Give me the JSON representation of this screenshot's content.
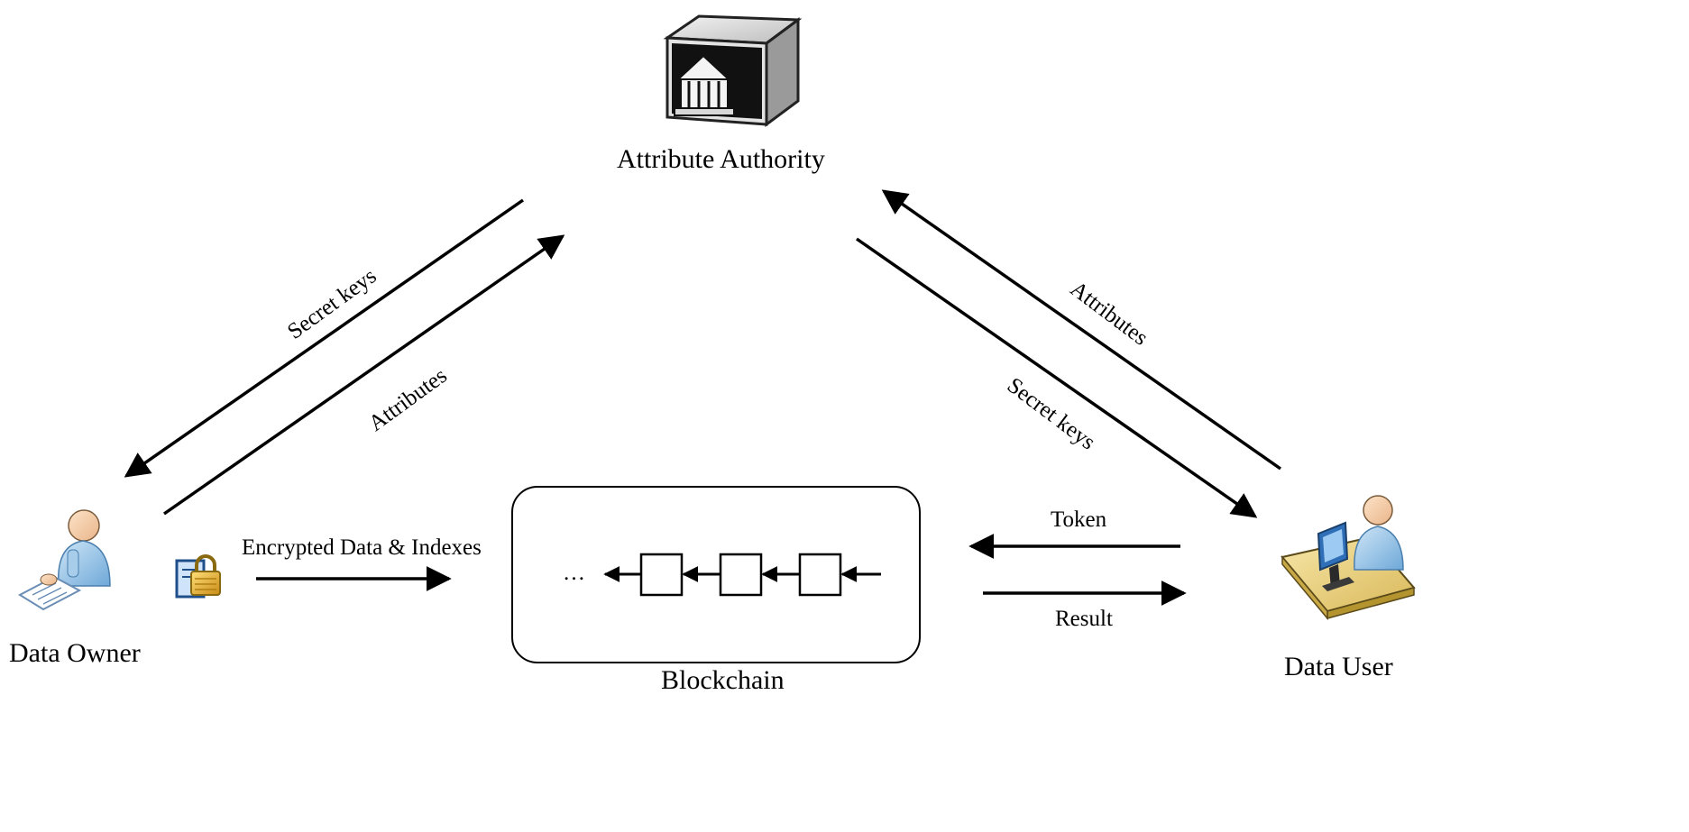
{
  "nodes": {
    "authority": "Attribute Authority",
    "owner": "Data Owner",
    "user": "Data User",
    "blockchain": "Blockchain"
  },
  "edges": {
    "owner_secret_keys": "Secret keys",
    "owner_attributes": "Attributes",
    "user_attributes": "Attributes",
    "user_secret_keys": "Secret keys",
    "encrypted": "Encrypted Data & Indexes",
    "token": "Token",
    "result": "Result"
  },
  "chain": {
    "ellipsis": "…",
    "block_count": 3
  },
  "icons": [
    "server-building-icon",
    "person-document-icon",
    "lock-document-icon",
    "person-computer-icon"
  ]
}
